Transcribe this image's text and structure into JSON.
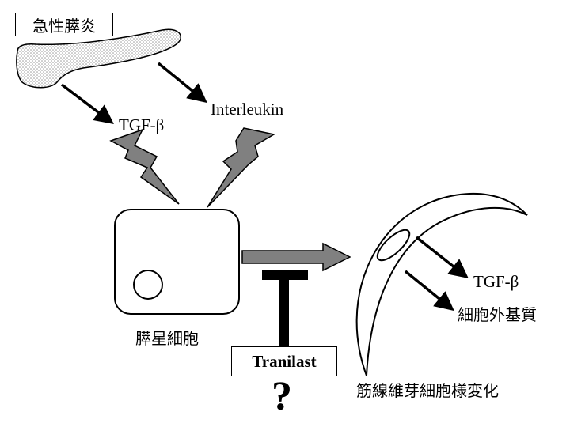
{
  "labels": {
    "disease": "急性膵炎",
    "tgf_left": "TGF-β",
    "interleukin": "Interleukin",
    "stellate_cell": "膵星細胞",
    "tgf_right": "TGF-β",
    "ecm": "細胞外基質",
    "drug": "Tranilast",
    "question": "?",
    "transformation": "筋線維芽細胞様変化"
  },
  "colors": {
    "pancreas_fill": "#d9d9d9",
    "bolt_fill": "#808080",
    "arrow_fill": "#808080",
    "line": "#000000"
  }
}
